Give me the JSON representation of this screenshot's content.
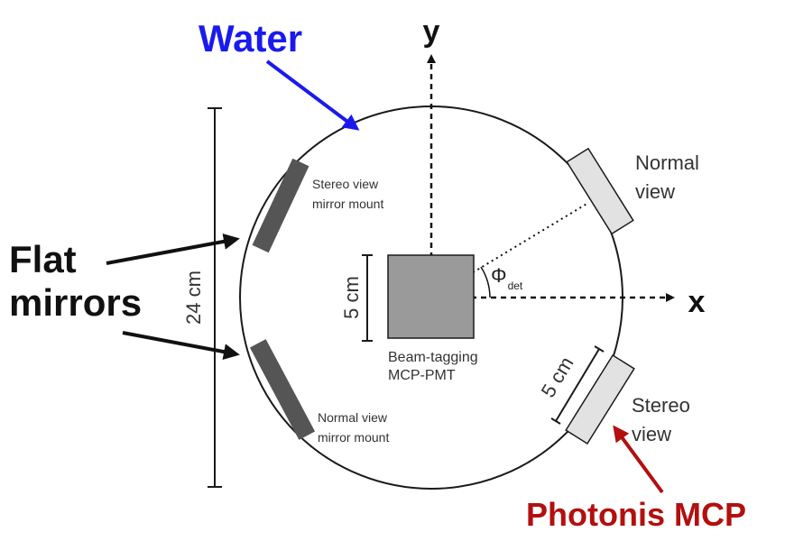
{
  "labels": {
    "water": "Water",
    "y_axis": "y",
    "x_axis": "x",
    "flat_mirrors_line1": "Flat",
    "flat_mirrors_line2": "mirrors",
    "scale_24cm": "24 cm",
    "stereo_mount_line1": "Stereo view",
    "stereo_mount_line2": "mirror mount",
    "normal_mount_line1": "Normal view",
    "normal_mount_line2": "mirror mount",
    "scale_5cm_left": "5 cm",
    "beam_tag_line1": "Beam-tagging",
    "beam_tag_line2": "MCP-PMT",
    "phi_symbol": "Φ",
    "phi_subscript": "det",
    "normal_view_line1": "Normal",
    "normal_view_line2": "view",
    "scale_5cm_right": "5 cm",
    "stereo_view_line1": "Stereo",
    "stereo_view_line2": "view",
    "photonis_mcp": "Photonis MCP"
  },
  "colors": {
    "water": "#1a1aee",
    "photonis": "#b30f0f",
    "outline": "#1a1a1a",
    "mirror_fill": "#555555",
    "mcp_square_fill": "#9a9a9a",
    "detector_fill": "#e2e2e2"
  }
}
